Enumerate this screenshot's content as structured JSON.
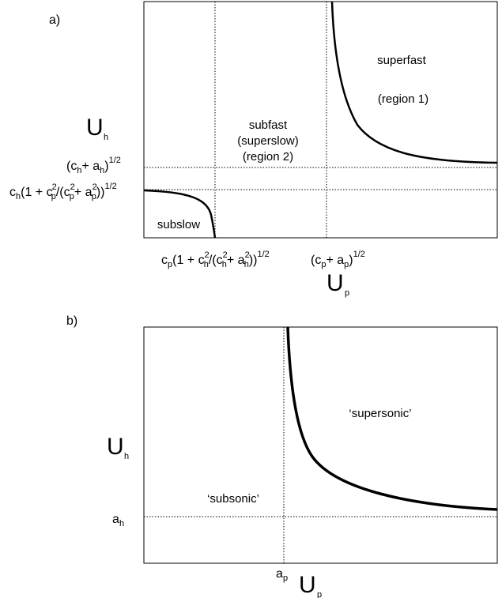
{
  "panel_a": {
    "label": "a)",
    "regions": {
      "superfast": "superfast",
      "region1": "(region 1)",
      "subfast": "subfast",
      "superslow": "(superslow)",
      "region2": "(region 2)",
      "subslow": "subslow"
    },
    "y_axis_letter": "U",
    "y_axis_sub": "h",
    "x_axis_letter": "U",
    "x_axis_sub": "p"
  },
  "panel_b": {
    "label": "b)",
    "regions": {
      "supersonic": "‘supersonic’",
      "subsonic": "‘subsonic’"
    },
    "y_axis_letter": "U",
    "y_axis_sub": "h",
    "x_axis_letter": "U",
    "x_axis_sub": "p",
    "y_tick_letter": "a",
    "y_tick_sub": "h",
    "x_tick_letter": "a",
    "x_tick_sub": "p"
  }
}
